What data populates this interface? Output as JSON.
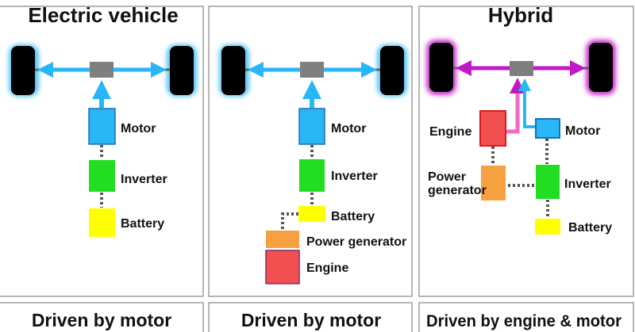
{
  "colors": {
    "ev_arrow": "#29B6F6",
    "hybrid_arrow": "#C218C8",
    "motor": "#29B6F6",
    "inverter": "#22DD22",
    "battery": "#FFFF00",
    "generator": "#F7A040",
    "engine": "#F05050",
    "hub": "#7F7F7F",
    "wheel": "#000000",
    "panel_border": "#9E9E9E"
  },
  "panels": [
    {
      "title": "Electric vehicle",
      "caption": "Driven by motor",
      "labels": {
        "motor": "Motor",
        "inverter": "Inverter",
        "battery": "Battery"
      }
    },
    {
      "title": "",
      "caption": "Driven by motor",
      "labels": {
        "motor": "Motor",
        "inverter": "Inverter",
        "battery": "Battery",
        "generator": "Power generator",
        "engine": "Engine"
      }
    },
    {
      "title": "Hybrid",
      "caption": "Driven by engine & motor",
      "labels": {
        "engine": "Engine",
        "motor": "Motor",
        "generator_line1": "Power",
        "generator_line2": "generator",
        "inverter": "Inverter",
        "battery": "Battery"
      }
    }
  ]
}
